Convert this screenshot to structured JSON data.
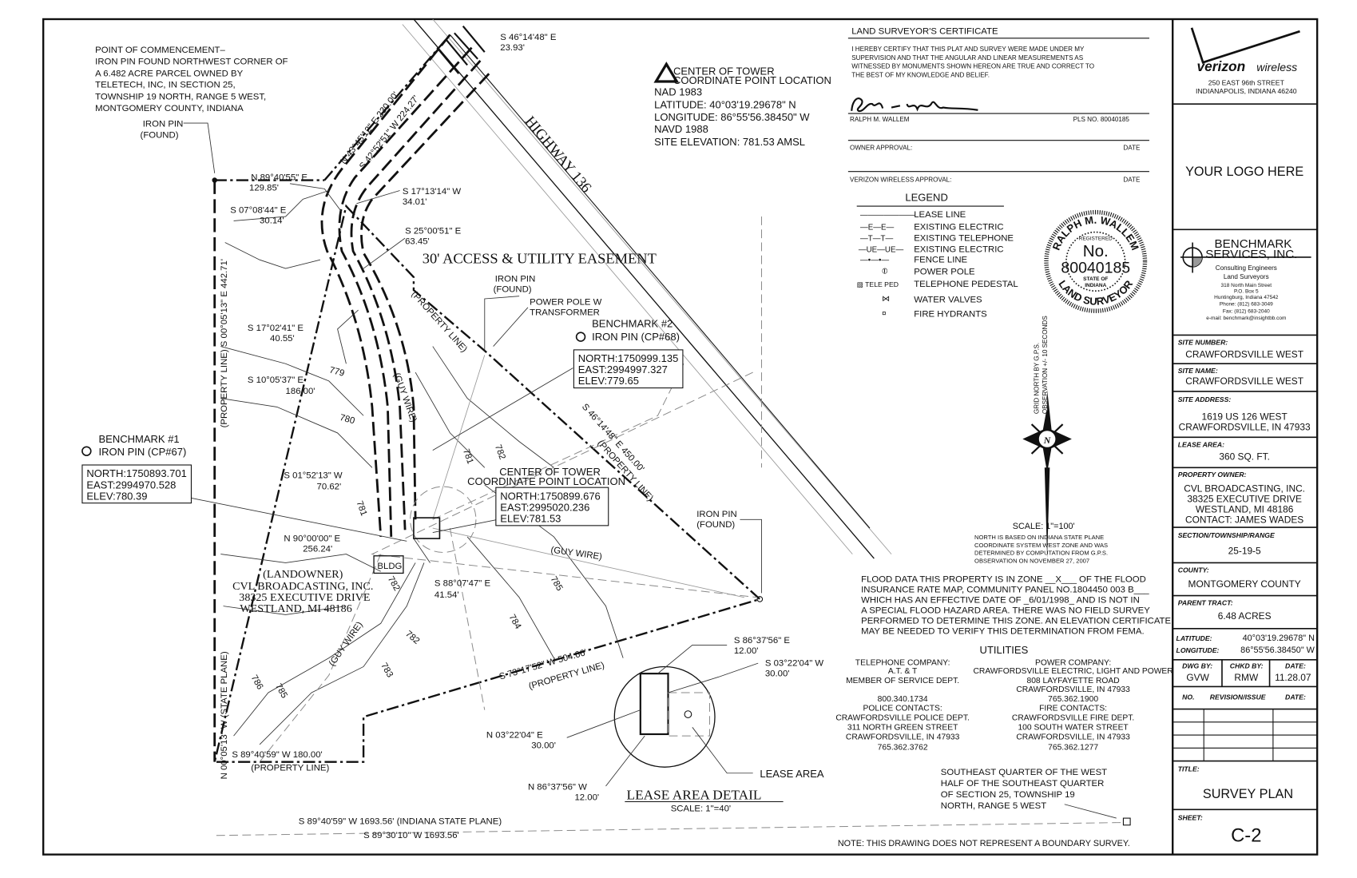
{
  "drawing": {
    "poc": [
      "POINT OF COMMENCEMENT–",
      "IRON PIN FOUND NORTHWEST CORNER OF",
      "A 6.482 ACRE PARCEL OWNED BY",
      "TELETECH, INC, IN SECTION 25,",
      "TOWNSHIP 19 NORTH, RANGE 5 WEST,",
      "MONTGOMERY COUNTY, INDIANA"
    ],
    "iron_pin_nw": [
      "IRON PIN",
      "(FOUND)"
    ],
    "b_n8940": [
      "N 89°40'55\" E",
      "129.85'"
    ],
    "b_s0708": [
      "S 07°08'44\" E",
      "30.14'"
    ],
    "b_n4345": "N 43°45'12\" E  230.00'",
    "b_s4252": "S 42°52'51\" W  224.27'",
    "b_s4614_top": [
      "S 46°14'48\" E",
      "23.93'"
    ],
    "b_s1713": [
      "S 17°13'14\" W",
      "34.01'"
    ],
    "b_s2500": [
      "S 25°00'51\" E",
      "63.45'"
    ],
    "easement": "30' ACCESS & UTILITY EASEMENT",
    "highway": "HIGHWAY 136",
    "tower_note": {
      "title": [
        "CENTER OF TOWER",
        "COORDINATE POINT LOCATION"
      ],
      "lines": [
        "NAD 1983",
        "LATITUDE:     40°03'19.29678\" N",
        "LONGITUDE: 86°55'56.38450\" W",
        "NAVD 1988",
        "SITE ELEVATION:  781.53 AMSL"
      ]
    },
    "b_s1702": [
      "S 17°02'41\" E",
      "40.55'"
    ],
    "b_s1005": [
      "S 10°05'37\" E",
      "186.00'"
    ],
    "b_s0152": [
      "S 01°52'13\" W",
      "70.62'"
    ],
    "b_n9000": [
      "N 90°00'00\" E",
      "256.24'"
    ],
    "b_s8807": [
      "S 88°07'47\" E",
      "41.54'"
    ],
    "west_line": "(PROPERTY LINE)   S 00°05'13\" E  442.71'",
    "west_line_sp": "N 00°05'13\" W  (STATE PLANE)",
    "iron_pin_mid": [
      "IRON PIN",
      "(FOUND)"
    ],
    "power_pole": [
      "POWER POLE W",
      "TRANSFORMER"
    ],
    "bm2": {
      "title": "BENCHMARK #2",
      "pin": "IRON PIN  (CP#68)",
      "north": "NORTH:1750999.135",
      "east": "EAST:2994997.327",
      "elev": "ELEV:779.65"
    },
    "bm1": {
      "title": "BENCHMARK #1",
      "pin": "IRON PIN  (CP#67)",
      "north": "NORTH:1750893.701",
      "east": "EAST:2994970.528",
      "elev": "ELEV:780.39"
    },
    "cot": {
      "title": [
        "CENTER OF TOWER",
        "COORDINATE POINT LOCATION"
      ],
      "north": "NORTH:1750899.676",
      "east": "EAST:2995020.236",
      "elev": "ELEV:781.53"
    },
    "prop_line_ne": "(PROPERTY LINE)",
    "b_s4614_long": "S 46°14'48\" E  450.00'",
    "prop_line_se": "(PROPERTY LINE)",
    "b_s7317": "S 73°17'52\" W  504.66'",
    "prop_line_s": "(PROPERTY LINE)",
    "iron_pin_e": [
      "IRON PIN",
      "(FOUND)"
    ],
    "guy_wire": "(GUY WIRE)",
    "bldg": "BLDG.",
    "landowner": [
      "(LANDOWNER)",
      "CVL BROADCASTING, INC.",
      "38325 EXECUTIVE DRIVE",
      "WESTLAND, MI 48186"
    ],
    "b_s8940_s": "S 89°40'59\" W   180.00'",
    "prop_line_bottom": "(PROPERTY LINE)",
    "state_plane_1": "S 89°40'59\" W    1693.56'  (INDIANA STATE PLANE)",
    "state_plane_2": "S 89°30'10\" W    1693.56'",
    "contours": [
      "779",
      "780",
      "781",
      "782",
      "781",
      "782",
      "785",
      "784",
      "782",
      "783",
      "785",
      "786"
    ],
    "lease_detail": {
      "title": "LEASE AREA DETAIL",
      "scale": "SCALE:  1\"=40'",
      "b1": [
        "S 86°37'56\" E",
        "12.00'"
      ],
      "b2": [
        "S 03°22'04\" W",
        "30.00'"
      ],
      "b3": [
        "N 03°22'04\" E",
        "30.00'"
      ],
      "b4": [
        "N 86°37'56\" W",
        "12.00'"
      ],
      "lease_area": "LEASE AREA"
    }
  },
  "certificate": {
    "title": "LAND SURVEYOR'S CERTIFICATE",
    "text": [
      "I HEREBY CERTIFY THAT THIS PLAT AND SURVEY WERE MADE UNDER MY",
      "SUPERVISION AND THAT THE ANGULAR AND LINEAR MEASUREMENTS AS",
      "WITNESSED BY MONUMENTS SHOWN HEREON ARE TRUE AND CORRECT TO",
      "THE BEST OF MY KNOWLEDGE AND BELIEF."
    ],
    "signature": "Ralph M. Wallem",
    "name": "RALPH M. WALLEM",
    "pls": "PLS NO. 80040185",
    "owner_approval": "OWNER APPROVAL:",
    "verizon_approval": "VERIZON WIRELESS   APPROVAL:",
    "date": "DATE"
  },
  "legend": {
    "title": "LEGEND",
    "items": [
      {
        "symbol": "———————",
        "label": "LEASE LINE"
      },
      {
        "symbol": "—E—E—",
        "label": "EXISTING ELECTRIC"
      },
      {
        "symbol": "—T—T—",
        "label": "EXISTING TELEPHONE"
      },
      {
        "symbol": "—UE—UE—",
        "label": "EXISTING ELECTRIC"
      },
      {
        "symbol": "—•—•—",
        "label": "FENCE LINE"
      },
      {
        "symbol": "⦶",
        "label": "POWER POLE"
      },
      {
        "symbol": "▨ TELE PED",
        "label": "TELEPHONE PEDESTAL"
      },
      {
        "symbol": "⋈",
        "label": "WATER VALVES"
      },
      {
        "symbol": "¤",
        "label": "FIRE HYDRANTS"
      }
    ]
  },
  "seal": {
    "name": "RALPH M. WALLEM",
    "registered": "REGISTERED",
    "no": "No.",
    "number": "80040185",
    "state_of": "STATE OF",
    "indiana": "INDIANA",
    "land_surveyor": "LAND SURVEYOR"
  },
  "north_arrow": {
    "label1": "GRID NORTH BY G.P.S.",
    "label2": "OBSERVATION +/- 10 SECONDS",
    "n": "N",
    "scale": "SCALE:  1\"=100'",
    "note": [
      "NORTH IS BASED ON INDIANA STATE PLANE",
      "COORDINATE SYSTEM WEST ZONE AND WAS",
      "DETERMINED BY COMPUTATION FROM G.P.S.",
      "OBSERVATION ON NOVEMBER 27, 2007"
    ]
  },
  "flood": [
    "FLOOD DATA  THIS PROPERTY IS IN ZONE __X___ OF THE FLOOD",
    "INSURANCE RATE MAP, COMMUNITY PANEL NO.1804450 003 B___",
    "WHICH HAS AN EFFECTIVE DATE OF _6/01/1998_ AND IS NOT IN",
    "A SPECIAL FLOOD HAZARD AREA. THERE WAS NO FIELD SURVEY",
    "PERFORMED TO DETERMINE THIS ZONE. AN ELEVATION CERTIFICATE",
    "MAY BE NEEDED TO VERIFY THIS DETERMINATION FROM FEMA."
  ],
  "utilities": {
    "title": "UTILITIES",
    "telephone": [
      "TELEPHONE COMPANY:",
      "A.T. & T",
      "MEMBER OF SERVICE DEPT.",
      "",
      "800.340.1734",
      "POLICE CONTACTS:",
      "CRAWFORDSVILLE POLICE DEPT.",
      "311 NORTH GREEN STREET",
      "CRAWFORDSVILLE, IN 47933",
      "765.362.3762"
    ],
    "power": [
      "POWER COMPANY:",
      "CRAWFORDSVILLE ELECTRIC, LIGHT AND POWER",
      "808 LAYFAYETTE ROAD",
      "CRAWFORDSVILLE, IN 47933",
      "765.362.1900",
      "FIRE CONTACTS:",
      "CRAWFORDSVILLE FIRE DEPT.",
      "100 SOUTH WATER STREET",
      "CRAWFORDSVILLE, IN 47933",
      "765.362.1277"
    ]
  },
  "section_note": [
    "SOUTHEAST QUARTER OF THE WEST",
    "HALF OF THE SOUTHEAST QUARTER",
    "OF SECTION 25, TOWNSHIP 19",
    "NORTH, RANGE 5 WEST"
  ],
  "bottom_note": "NOTE: THIS DRAWING DOES NOT REPRESENT A BOUNDARY SURVEY.",
  "title_block": {
    "verizon": {
      "logo": "verizon",
      "wireless": "wireless",
      "address": [
        "250 EAST 96th STREET",
        "INDIANAPOLIS, INDIANA 46240"
      ]
    },
    "your_logo": "YOUR LOGO HERE",
    "benchmark": {
      "name": [
        "BENCHMARK",
        "SERVICES, INC."
      ],
      "lines": [
        "Consulting Engineers",
        "Land Surveyors",
        "318 North Main Street",
        "P.O. Box 5",
        "Huntingburg, Indiana   47542",
        "Phone: (812) 683-3049",
        "Fax: (812) 683-2040",
        "e-mail: benchmark@insightbb.com"
      ]
    },
    "site_number": {
      "label": "SITE NUMBER:",
      "value": "CRAWFORDSVILLE WEST"
    },
    "site_name": {
      "label": "SITE NAME:",
      "value": "CRAWFORDSVILLE WEST"
    },
    "site_address": {
      "label": "SITE ADDRESS:",
      "value": [
        "1619 US 126 WEST",
        "CRAWFORDSVILLE, IN 47933"
      ]
    },
    "lease_area": {
      "label": "LEASE AREA:",
      "value": "360 SQ. FT."
    },
    "property_owner": {
      "label": "PROPERTY OWNER:",
      "value": [
        "CVL BROADCASTING, INC.",
        "38325 EXECUTIVE DRIVE",
        "WESTLAND, MI 48186",
        "CONTACT: JAMES WADES"
      ]
    },
    "str": {
      "label": "SECTION/TOWNSHIP/RANGE",
      "value": "25-19-5"
    },
    "county": {
      "label": "COUNTY:",
      "value": "MONTGOMERY COUNTY"
    },
    "parent_tract": {
      "label": "PARENT TRACT:",
      "value": "6.48 ACRES"
    },
    "latitude": {
      "label": "LATITUDE:",
      "value": "40°03'19.29678\" N"
    },
    "longitude": {
      "label": "LONGITUDE:",
      "value": "86°55'56.38450\" W"
    },
    "dwg_by": {
      "label": "DWG BY:",
      "value": "GVW"
    },
    "chkd_by": {
      "label": "CHKD BY:",
      "value": "RMW"
    },
    "date": {
      "label": "DATE:",
      "value": "11.28.07"
    },
    "rev_headers": [
      "NO.",
      "REVISION/ISSUE",
      "DATE:"
    ],
    "title": {
      "label": "TITLE:",
      "value": "SURVEY PLAN"
    },
    "sheet": {
      "label": "SHEET:",
      "value": "C-2"
    }
  }
}
